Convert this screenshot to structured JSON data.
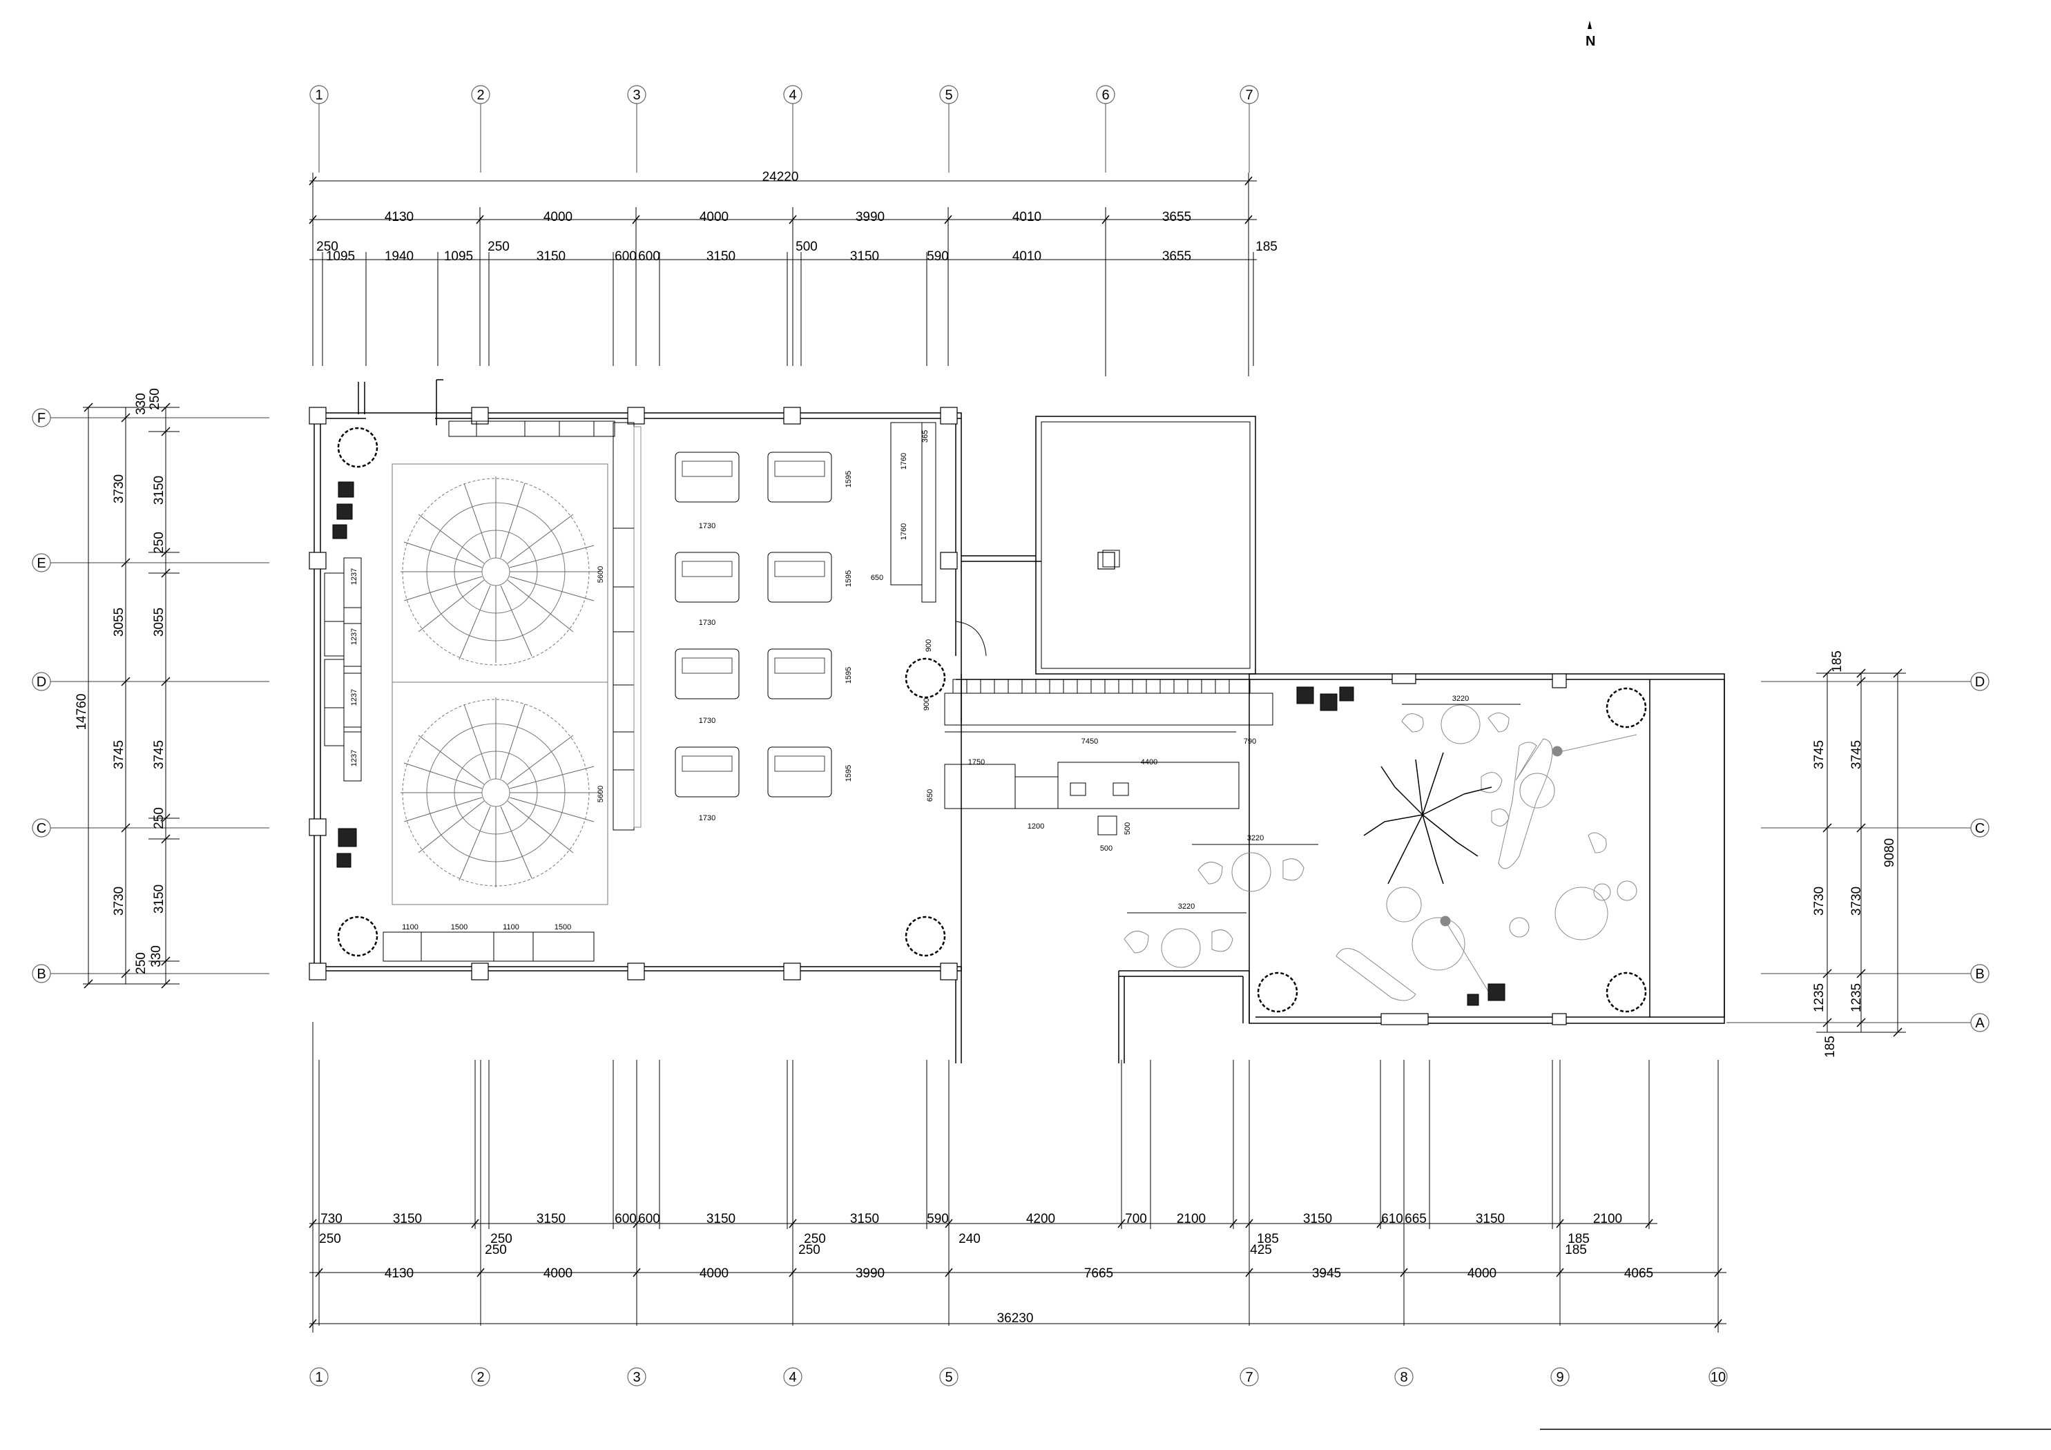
{
  "north_label": "N",
  "column_axes": [
    "1",
    "2",
    "3",
    "4",
    "5",
    "6",
    "7",
    "8",
    "9",
    "10"
  ],
  "row_axes": [
    "A",
    "B",
    "C",
    "D",
    "E",
    "F"
  ],
  "top_dimensions": {
    "overall": "24220",
    "bays": [
      "4130",
      "4000",
      "4000",
      "3990",
      "4010",
      "3655"
    ],
    "details": [
      "250",
      "1095",
      "1940",
      "1095",
      "250",
      "3150",
      "600",
      "600",
      "3150",
      "500",
      "3150",
      "590",
      "4010",
      "3655",
      "185"
    ]
  },
  "bottom_dimensions": {
    "overall": "36230",
    "bays": [
      "4130",
      "4000",
      "4000",
      "3990",
      "7665",
      "3945",
      "4000",
      "4065"
    ],
    "details": [
      "730",
      "3150",
      "250",
      "3150",
      "600",
      "600",
      "3150",
      "250",
      "3150",
      "590",
      "4200",
      "700",
      "2100",
      "3150",
      "610",
      "665",
      "3150",
      "2100"
    ],
    "sub_details": [
      "250",
      "250",
      "250",
      "250",
      "240",
      "185",
      "425",
      "185",
      "185"
    ]
  },
  "left_dimensions": {
    "overall": "14760",
    "outer": [
      "3730",
      "3055",
      "3745",
      "3730"
    ],
    "inner": [
      "330",
      "250",
      "3150",
      "250",
      "3055",
      "3745",
      "250",
      "3150",
      "250",
      "330"
    ]
  },
  "right_dimensions": {
    "overall": "9080",
    "outer": [
      "3745",
      "3730",
      "1235"
    ],
    "inner": [
      "185",
      "3745",
      "3730",
      "1235",
      "185"
    ]
  },
  "interior_dims": {
    "lounge": [
      "1237",
      "1237",
      "1237",
      "1237"
    ],
    "fan_tables": [
      "5600",
      "5600"
    ],
    "desk_pods": [
      "1730",
      "1730",
      "1730",
      "1730",
      "1595",
      "1595",
      "1595",
      "1595"
    ],
    "storage": [
      "365",
      "1760",
      "1760",
      "650",
      "900",
      "900"
    ],
    "bar": [
      "7450",
      "790",
      "1750",
      "4400",
      "650",
      "1200",
      "500",
      "500"
    ],
    "cafe": [
      "3220",
      "3220",
      "3220"
    ],
    "bench": [
      "1100",
      "1500",
      "1100",
      "1500"
    ]
  }
}
